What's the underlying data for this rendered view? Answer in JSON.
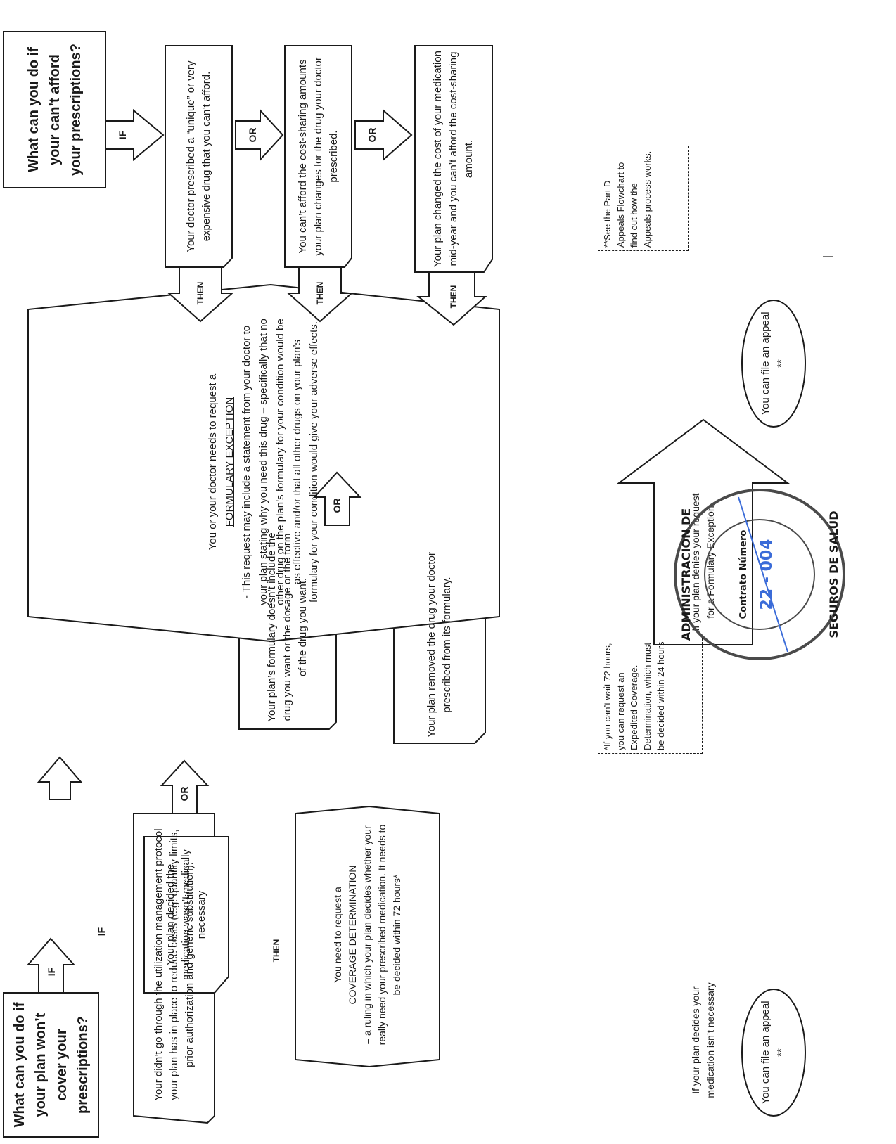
{
  "left": {
    "title": "What can you do if your plan won’t cover your prescriptions?",
    "if_label": "IF",
    "cond1": "Your didn’t go through the utilization management protocol your plan has in place to reduce costs (e.g. quantity limits, prior authorization and generic substitution).",
    "or_label": "OR",
    "cond2": "Your plan’s formulary doesn’t include the drug you want or the dosage or the form of the drug you want.",
    "cond3": "Your plan removed the drug your doctor prescribed from its formulary.",
    "then_label": "THEN",
    "exception": {
      "line1": "You or your doctor needs to request a",
      "term": "FORMULARY EXCEPTION",
      "line2": "- This request may include a statement from your doctor to your plan stating why you need this drug – specifically that no other drug on the plan’s formulary for your condition would be as effective and/or that all other drugs on your plan’s formulary for your condition would give your adverse effects."
    },
    "denial_arrow": "If your plan denies your request for a Formulary Exception",
    "appeal": "You can file an appeal **"
  },
  "right": {
    "title": "What can you do if your can’t afford your prescriptions?",
    "if_label": "IF",
    "cond1": "Your doctor prescribed a “unique” or very expensive drug that you can’t afford.",
    "or_label": "OR",
    "cond2": "You can’t afford the cost-sharing amounts your plan changes for the drug your doctor prescribed.",
    "cond3": "Your plan changed the cost of your medication mid-year and you can’t afford the cost-sharing amount.",
    "then_label": "THEN",
    "note": "**See the Part D Appeals Flowchart to find out how the Appeals process works."
  },
  "bottom": {
    "cond": "Your plan decided the medication wasn’t medically necessary",
    "if_label": "IF",
    "then_label": "THEN",
    "coverage": {
      "line1": "You need to request a",
      "term": "COVERAGE DETERMINATION",
      "line2": "– a ruling in which your plan decides whether your really need your prescribed medication. It needs to be decided within 72 hours*"
    },
    "denial_arrow": "If your plan decides your medication isn’t necessary",
    "appeal": "You can file an appeal **",
    "note": "*If you can’t wait 72 hours, you can request an Expedited Coverage. Determination, which must be decided within 24 hours"
  },
  "seal": {
    "top": "ADMINISTRACION DE",
    "bottom": "SEGUROS DE SALUD",
    "label": "Contrato Número",
    "number": "22 - 004"
  }
}
